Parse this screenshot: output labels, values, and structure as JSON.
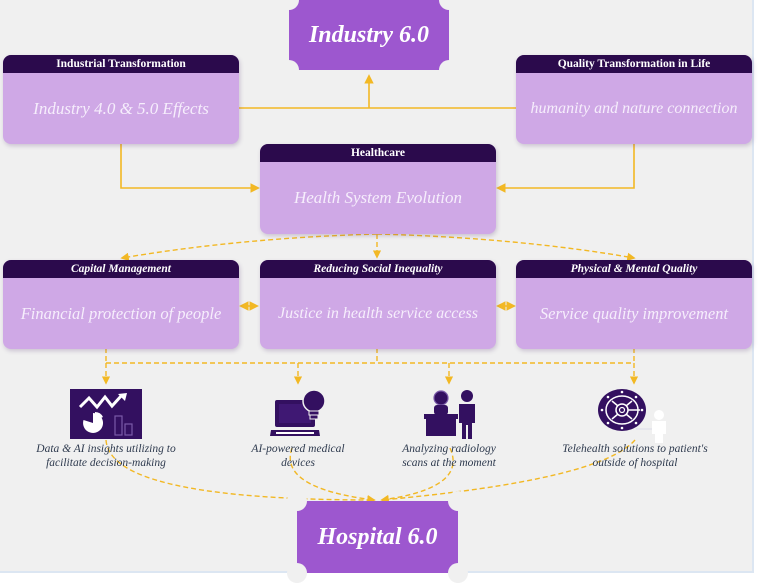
{
  "top_badge": {
    "label": "Industry 6.0"
  },
  "bottom_badge": {
    "label": "Hospital 6.0"
  },
  "cards": {
    "industrial": {
      "header": "Industrial Transformation",
      "body": "Industry 4.0 & 5.0 Effects"
    },
    "quality_life": {
      "header": "Quality Transformation in Life",
      "body": "humanity and nature connection"
    },
    "healthcare": {
      "header": "Healthcare",
      "body": "Health System Evolution"
    },
    "capital": {
      "header": "Capital Management",
      "body": "Financial protection of people"
    },
    "inequality": {
      "header": "Reducing Social Inequality",
      "body": "Justice in health service access"
    },
    "physical_mental": {
      "header": "Physical & Mental Quality",
      "body": "Service quality improvement"
    }
  },
  "solutions": [
    {
      "icon": "analytics-dashboard-icon",
      "caption_line1": "Data & AI insights utilizing to",
      "caption_line2": "facilitate decision-making"
    },
    {
      "icon": "laptop-lightbulb-icon",
      "caption_line1": "AI-powered medical",
      "caption_line2": "devices"
    },
    {
      "icon": "reception-desk-icon",
      "caption_line1": "Analyzing radiology",
      "caption_line2": "scans at the moment"
    },
    {
      "icon": "telehealth-device-icon",
      "caption_line1": "Telehealth solutions to patient's",
      "caption_line2": "outside of hospital"
    }
  ],
  "colors": {
    "header_dark": "#2b0a4c",
    "card_fill": "#cfa8e6",
    "badge_fill": "#9d57cf",
    "connector": "#f2b824",
    "icon_fill": "#331060"
  }
}
